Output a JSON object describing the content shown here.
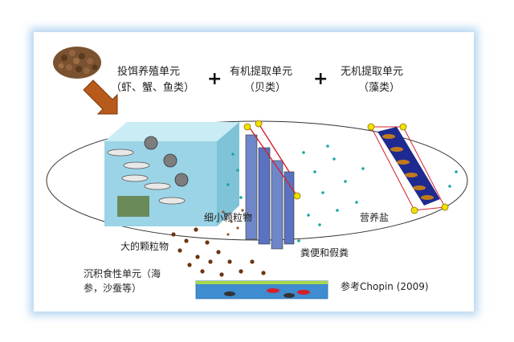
{
  "units": {
    "fed": {
      "title": "投饵养殖单元",
      "sub": "（虾、蟹、鱼类）"
    },
    "organic": {
      "title": "有机提取单元",
      "sub": "（贝类）"
    },
    "inorganic": {
      "title": "无机提取单元",
      "sub": "（藻类）"
    },
    "deposit": {
      "line1": "沉积食性单元（海",
      "line2": "参，沙蚕等）"
    }
  },
  "plus_sign": "+",
  "labels": {
    "large_particles": "大的颗粒物",
    "fine_particles": "细小颗粒物",
    "nutrients": "营养盐",
    "feces": "粪便和假粪"
  },
  "reference": "参考Chopin (2009)",
  "colors": {
    "arrow": "#b85a1a",
    "box": "#9ad4e6",
    "dots_teal": "#1aa7a0",
    "dots_brown": "#6b3410",
    "node": "#f2e000"
  }
}
